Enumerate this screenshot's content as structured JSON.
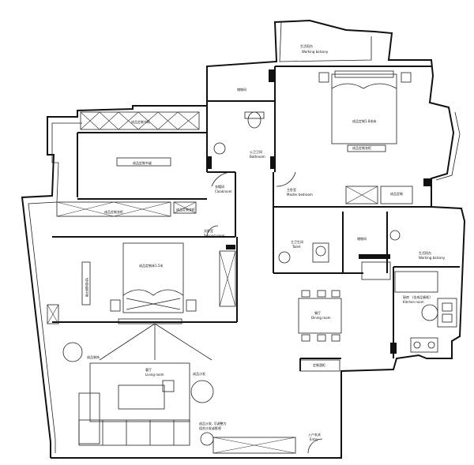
{
  "labels": {
    "working_balcony_top_cn": "生活阳台",
    "working_balcony_top_en": "Working balcony",
    "storage_top_left": "储物间",
    "toilet2_cn": "公卫卫间",
    "toilet2_en": "Bathroom",
    "cloak_room_cn": "衣帽间",
    "cloak_room_en": "Cloakroom",
    "master_bed": "成品定制1.8米床",
    "master_cabinet": "成品定制衣柜",
    "master_bedroom_cn": "主卧室",
    "master_bedroom_en": "Master bedroom",
    "tv_cabinet": "成品定制",
    "study_cabinet_top": "成品定制书柜",
    "study_desk": "成品定制书桌",
    "wardrobe_mid": "成品定制衣柜",
    "wardrobe_mid_right": "成品定制衣柜",
    "second_bedroom_cn": "次卧室",
    "second_bedroom_en": "Second room",
    "second_bed": "成品定制床1.5米",
    "side_cabinet_left": "成品定制书桌",
    "bathroom_cn": "主卫生间",
    "bathroom_en": "Toilet",
    "storage_mid": "储物间",
    "working_balcony_right_cn": "生活阳台",
    "working_balcony_right_en": "Working balcony",
    "kitchen_cn": "厨房",
    "kitchen_note": "(含成品橱柜)",
    "kitchen_en": "Kitchen room",
    "dining_cn": "餐厅",
    "dining_en": "Dining room",
    "fridge_cabinet": "定制酒柜",
    "living_cn": "客厅",
    "living_en": "Living room",
    "plant_left": "成品装饰",
    "sofa_side": "成品沙发",
    "sofa_note1": "成品沙发, 可调整为",
    "sofa_note2": "组合沙发或影视",
    "entrance_cn": "入户玄关",
    "entrance_en": "Entry"
  }
}
